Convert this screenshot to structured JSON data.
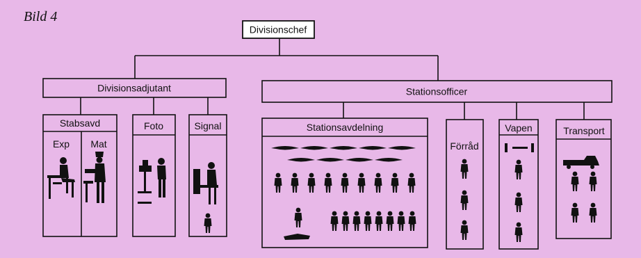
{
  "figure_label": "Bild 4",
  "org_chart": {
    "root": "Divisionschef",
    "branches": [
      {
        "name": "Divisionsadjutant",
        "units": [
          {
            "name": "Stabsavd",
            "subsections": [
              "Exp",
              "Mat"
            ]
          },
          {
            "name": "Foto"
          },
          {
            "name": "Signal"
          }
        ]
      },
      {
        "name": "Stationsofficer",
        "units": [
          {
            "name": "Stationsavdelning"
          },
          {
            "name": "Förråd"
          },
          {
            "name": "Vapen"
          },
          {
            "name": "Transport"
          }
        ]
      }
    ]
  },
  "colors": {
    "background": "#e8b8e8",
    "root_box": "#ffffff",
    "lines": "#111111"
  }
}
